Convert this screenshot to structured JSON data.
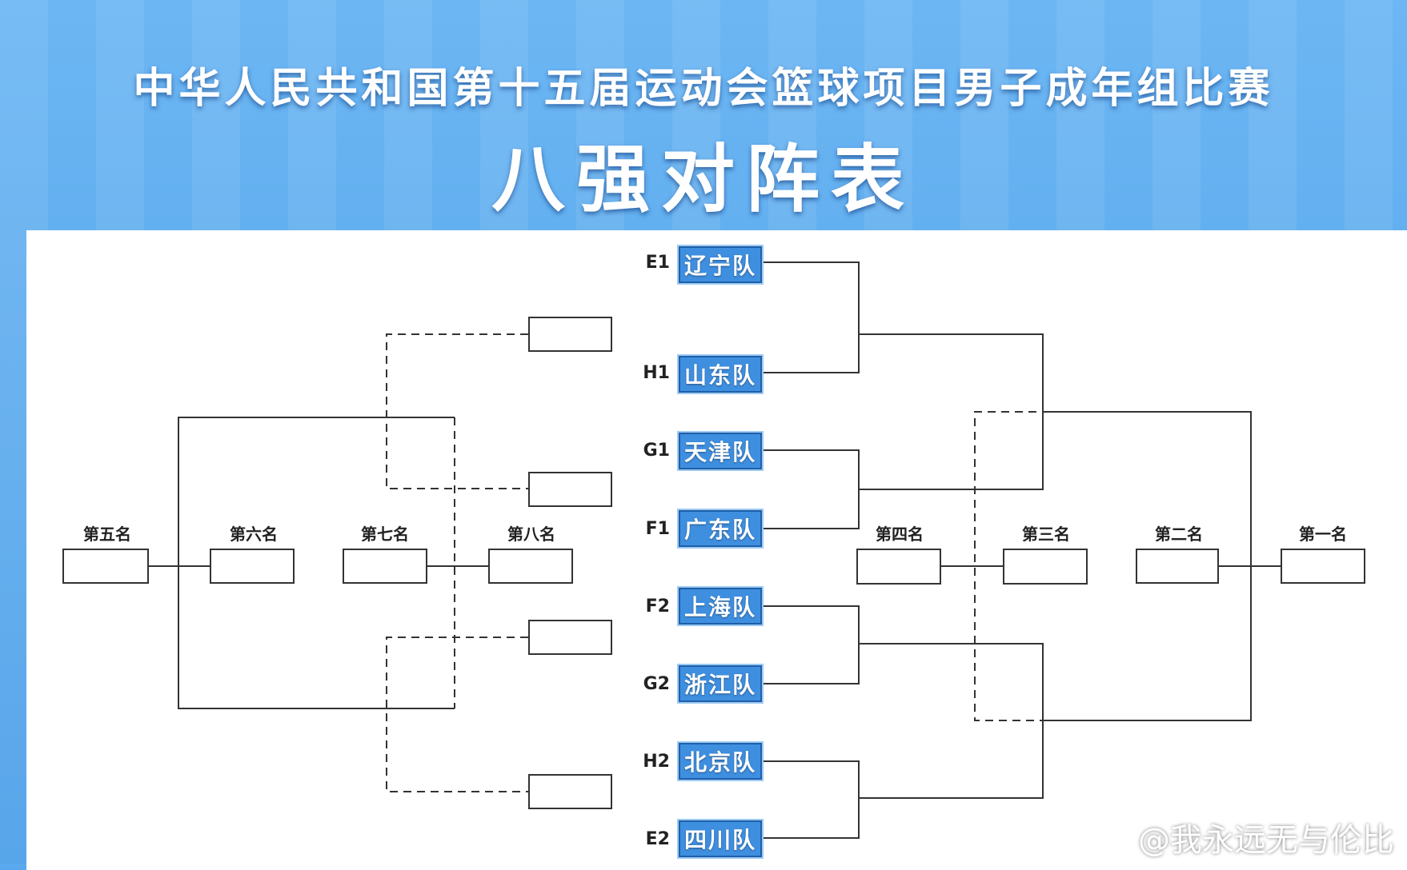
{
  "header": {
    "title_line1": "中华人民共和国第十五届运动会篮球项目男子成年组比赛",
    "title_line2": "八强对阵表"
  },
  "teams": [
    {
      "seed": "E1",
      "name": "辽宁队"
    },
    {
      "seed": "H1",
      "name": "山东队"
    },
    {
      "seed": "G1",
      "name": "天津队"
    },
    {
      "seed": "F1",
      "name": "广东队"
    },
    {
      "seed": "F2",
      "name": "上海队"
    },
    {
      "seed": "G2",
      "name": "浙江队"
    },
    {
      "seed": "H2",
      "name": "北京队"
    },
    {
      "seed": "E2",
      "name": "四川队"
    }
  ],
  "ranks": {
    "fifth": "第五名",
    "sixth": "第六名",
    "seventh": "第七名",
    "eighth": "第八名",
    "fourth": "第四名",
    "third": "第三名",
    "second": "第二名",
    "first": "第一名"
  },
  "watermark": "@我永远无与伦比",
  "colors": {
    "team_fill": "#3f8fe0",
    "header_blue": "#5aa9ee",
    "line": "#333333"
  }
}
